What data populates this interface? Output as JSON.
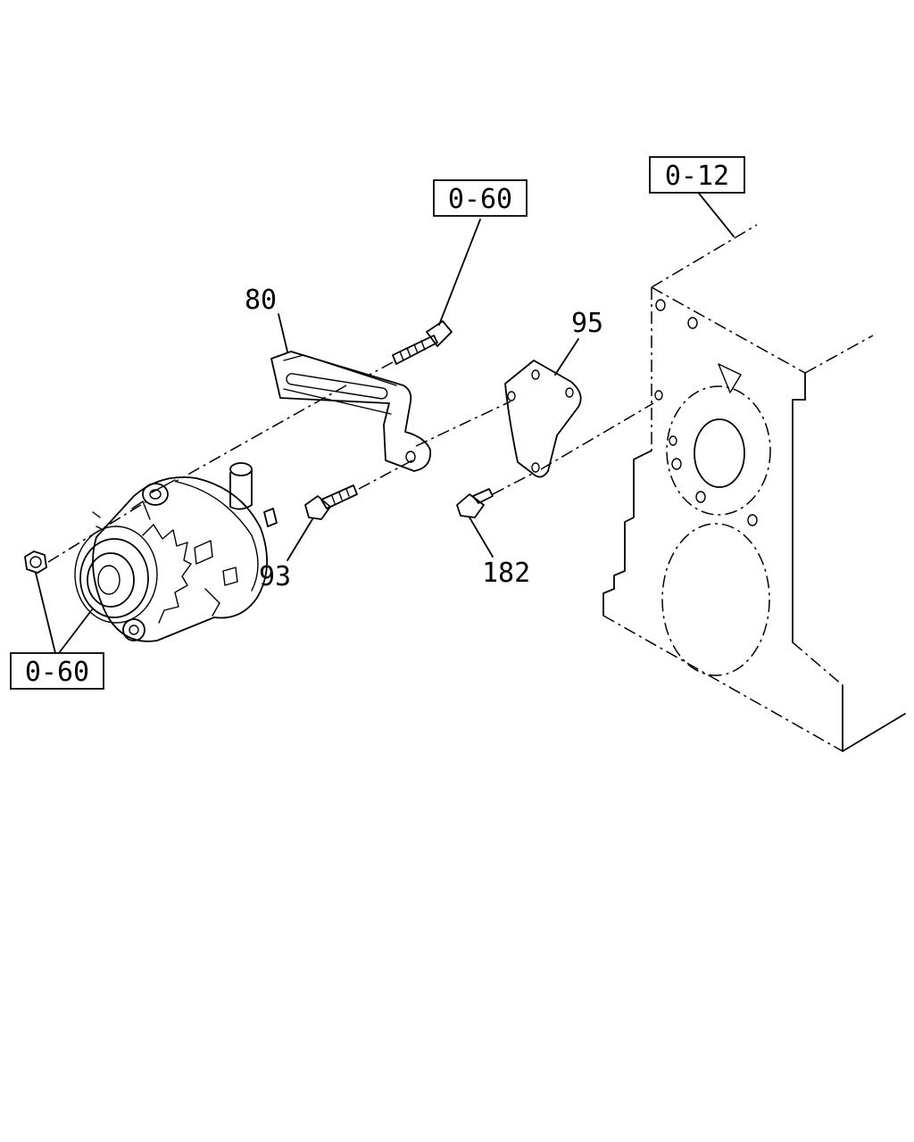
{
  "callouts": {
    "ref_top_right": "0-12",
    "ref_top_center": "0-60",
    "ref_bottom_left": "0-60",
    "part_80": "80",
    "part_95": "95",
    "part_93": "93",
    "part_182": "182"
  },
  "icons": {
    "engine_block": "engine-block-outline",
    "bracket_80": "alternator-adjusting-bracket",
    "bracket_95": "mounting-plate-bracket",
    "alternator": "alternator-assembly",
    "bolt_93": "hex-flange-bolt",
    "bolt_182": "hex-flange-bolt",
    "bolt_top": "hex-bolt-long",
    "nut": "hex-nut"
  }
}
